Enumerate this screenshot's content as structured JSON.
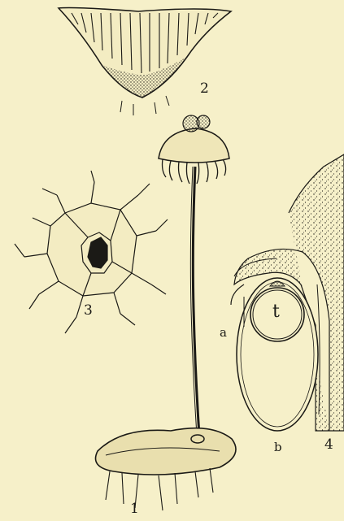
{
  "figure_labels": {
    "fig1": "1",
    "fig2": "2",
    "fig3": "3",
    "fig4": "4"
  },
  "part_labels": {
    "a": "a",
    "b": "b",
    "t": "t"
  },
  "colors": {
    "paper": "#f6f0c9",
    "ink": "#1b1a16"
  }
}
